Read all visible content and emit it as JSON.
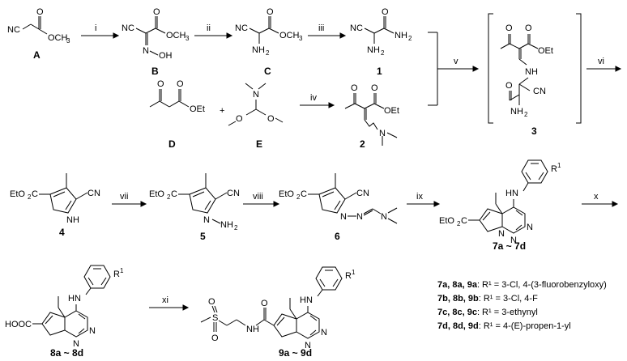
{
  "compounds": {
    "A": "A",
    "B": "B",
    "C": "C",
    "c1": "1",
    "c2": "2",
    "c3": "3",
    "D": "D",
    "E": "E",
    "c4": "4",
    "c5": "5",
    "c6": "6",
    "c7": "7a ~ 7d",
    "c8": "8a ~ 8d",
    "c9": "9a ~ 9d"
  },
  "steps": {
    "i": "i",
    "ii": "ii",
    "iii": "iii",
    "iv": "iv",
    "v": "v",
    "vi": "vi",
    "vii": "vii",
    "viii": "viii",
    "ix": "ix",
    "x": "x",
    "xi": "xi"
  },
  "atoms": {
    "NC": "NC",
    "CN": "CN",
    "OCH3": "OCH",
    "sub3": "3",
    "NH2": "NH",
    "sub2": "2",
    "N": "N",
    "OH": "OH",
    "O": "O",
    "OEt": "OEt",
    "NH": "NH",
    "HN": "HN",
    "EtO2C": "EtO",
    "EtO2C_tail": "C",
    "HOOC": "HOOC",
    "S": "S",
    "R1": "R",
    "sup1": "1",
    "plus": "+"
  },
  "legend": [
    {
      "ids": "7a, 8a, 9a",
      "text": ": R¹ = 3-Cl, 4-(3-fluorobenzyloxy)"
    },
    {
      "ids": "7b, 8b, 9b",
      "text": ": R¹ = 3-Cl, 4-F"
    },
    {
      "ids": "7c, 8c, 9c",
      "text": ": R¹ = 3-ethynyl"
    },
    {
      "ids": "7d, 8d, 9d",
      "text": ": R¹ = 4-(E)-propen-1-yl"
    }
  ]
}
